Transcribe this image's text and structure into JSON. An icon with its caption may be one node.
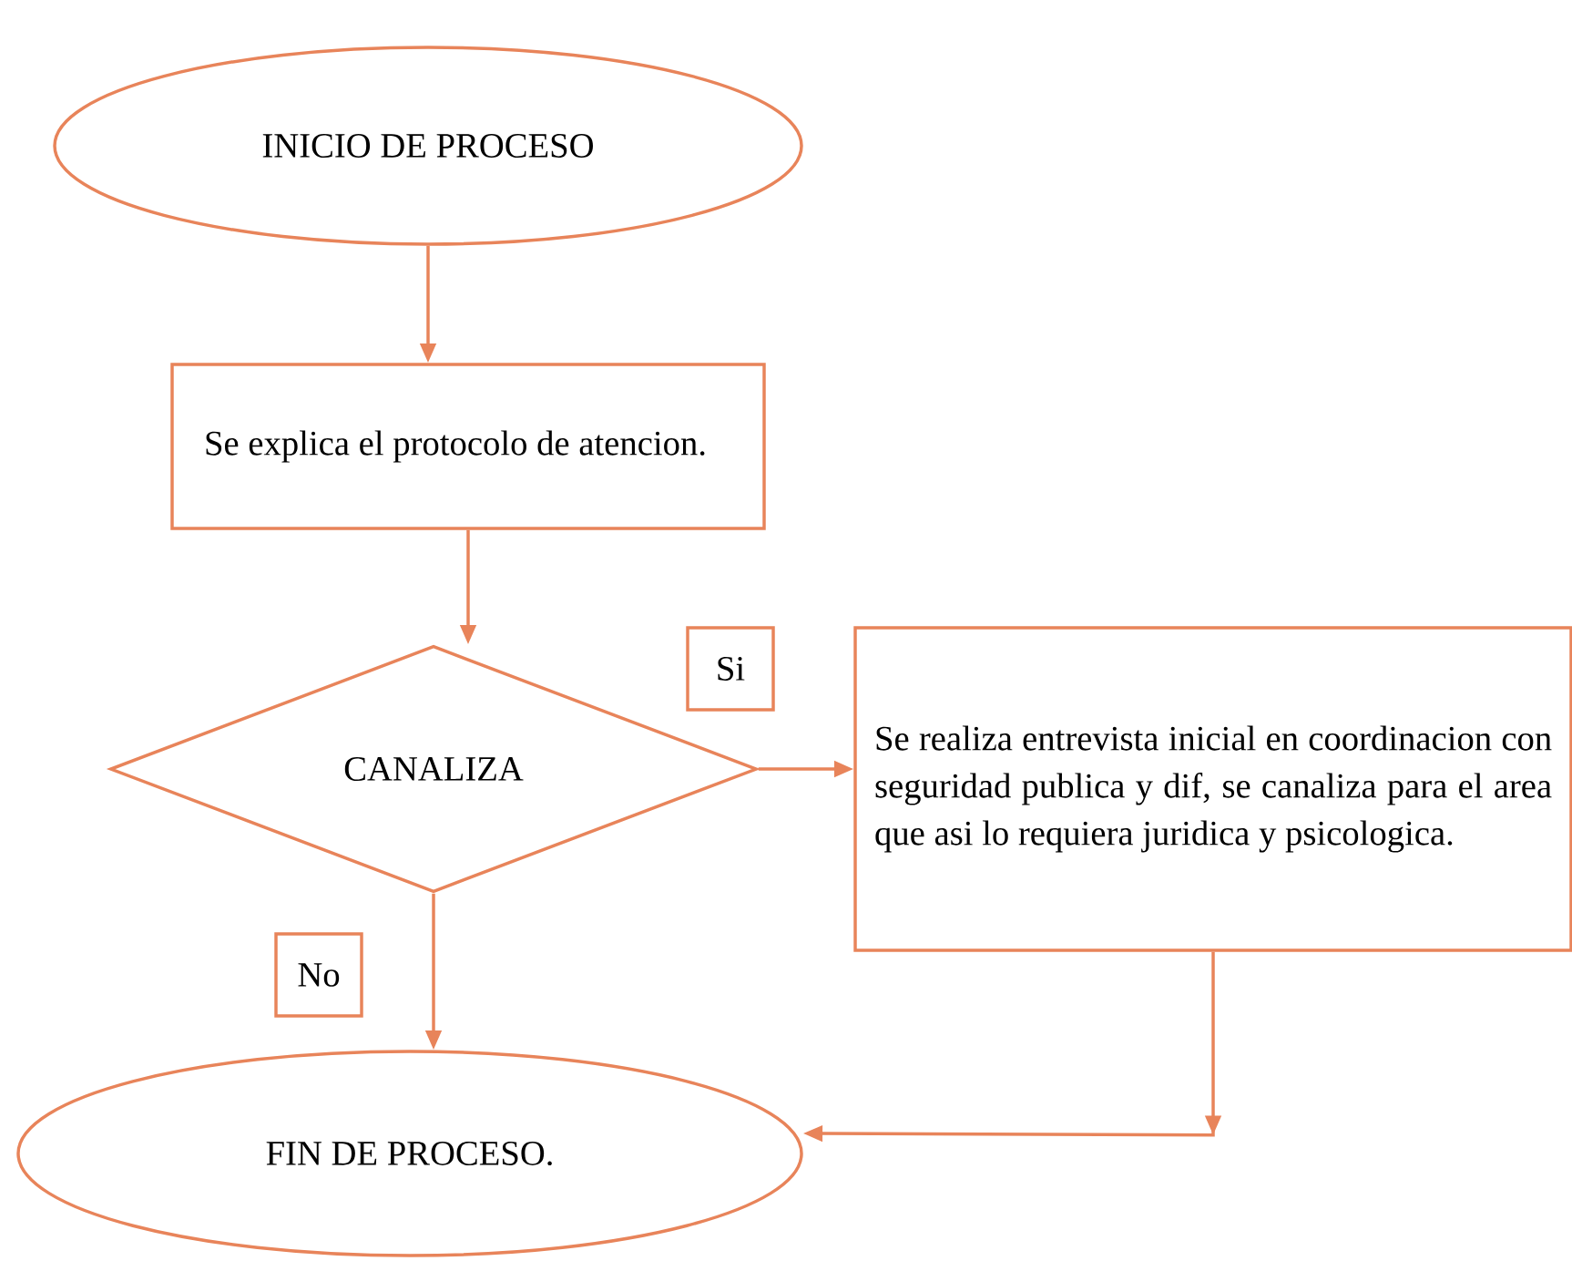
{
  "diagram": {
    "nodes": [
      {
        "text": [
          "INICIO DE PROCESO"
        ]
      },
      {
        "text": [
          "Se explica el protocolo de atencion."
        ]
      },
      {
        "text": [
          "CANALIZA"
        ]
      },
      {
        "text": [
          "Se realiza entrevista inicial en coordinacion con seguridad publica y dif, se canaliza para el area que asi lo requiera juridica y psicologica."
        ]
      },
      {
        "text": [
          "FIN DE PROCESO."
        ]
      }
    ],
    "edges": [
      {
        "from": 0,
        "to": 1,
        "arrow": "to"
      },
      {
        "from": 1,
        "to": 2,
        "arrow": "to"
      },
      {
        "from": 2,
        "to": 3,
        "arrow": "to",
        "label": "Si"
      },
      {
        "from": 2,
        "to": 4,
        "arrow": "to",
        "label": "No"
      },
      {
        "from": 3,
        "to": 4,
        "arrow": "to"
      }
    ]
  }
}
